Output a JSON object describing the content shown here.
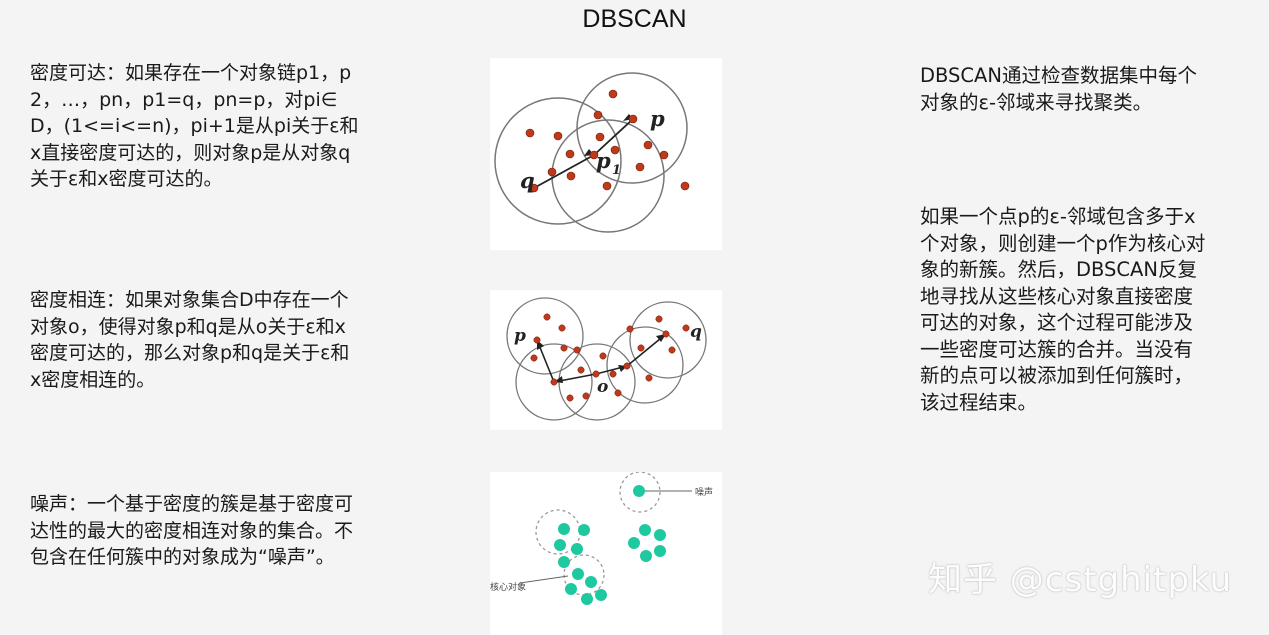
{
  "title": "DBSCAN",
  "definitions": {
    "reachable": "密度可达：如果存在一个对象链p1，p2，…，pn，p1=q，pn=p，对pi∈D，(1<=i<=n)，pi+1是从pi关于ε和x直接密度可达的，则对象p是从对象q关于ε和x密度可达的。",
    "connected": "密度相连：如果对象集合D中存在一个对象o，使得对象p和q是从o关于ε和x密度可达的，那么对象p和q是关于ε和x密度相连的。",
    "noise": "噪声：一个基于密度的簇是基于密度可达性的最大的密度相连对象的集合。不包含在任何簇中的对象成为“噪声”。"
  },
  "description": {
    "intro": "DBSCAN通过检查数据集中每个对象的ε-邻域来寻找聚类。",
    "process": "如果一个点p的ε-邻域包含多于x个对象，则创建一个p作为核心对象的新簇。然后，DBSCAN反复地寻找从这些核心对象直接密度可达的对象，这个过程可能涉及一些密度可达簇的合并。当没有新的点可以被添加到任何簇时，该过程结束。"
  },
  "figure1": {
    "label_q": "q",
    "label_p": "p",
    "label_p1": "p",
    "label_p1_sub": "1"
  },
  "figure2": {
    "label_p": "p",
    "label_q": "q",
    "label_o": "o"
  },
  "figure3": {
    "noise_label": "噪声",
    "core_label": "核心对象"
  },
  "colors": {
    "red_point": "#c0391b",
    "teal_point": "#1fc9a0",
    "circle": "#777777"
  },
  "watermark": "知乎 @cstghitpku"
}
